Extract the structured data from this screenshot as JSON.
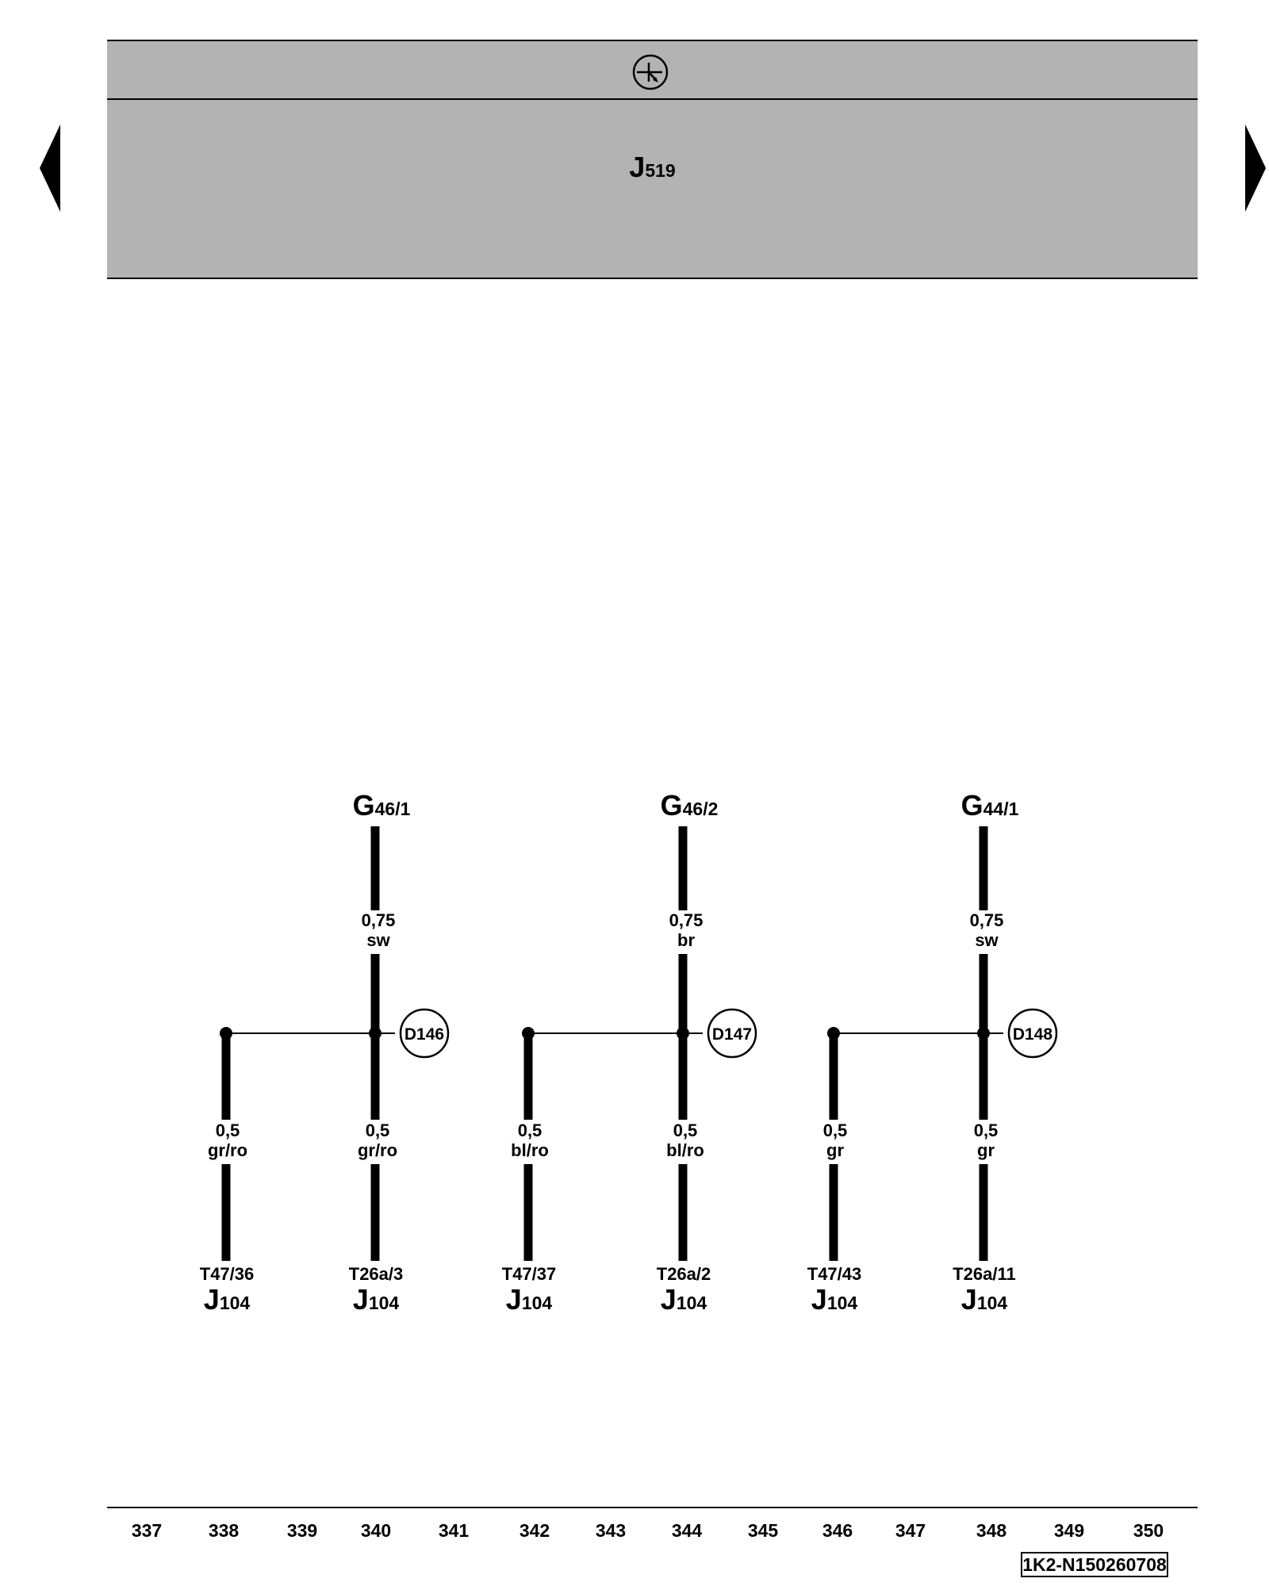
{
  "header": {
    "ground_icon": "ground-symbol-icon",
    "control_unit_main": "J",
    "control_unit_sub": "519"
  },
  "navigation": {
    "prev_icon": "triangle-left-icon",
    "next_icon": "triangle-right-icon"
  },
  "circuits": [
    {
      "component": {
        "main": "G",
        "sub": "46/1"
      },
      "upper_wire": {
        "size": "0,75",
        "color": "sw"
      },
      "splice": "D146",
      "left_wire": {
        "size": "0,5",
        "color": "gr/ro"
      },
      "right_wire": {
        "size": "0,5",
        "color": "gr/ro"
      },
      "left_pin": "T47/36",
      "right_pin": "T26a/3",
      "left_connector": {
        "main": "J",
        "sub": "104"
      },
      "right_connector": {
        "main": "J",
        "sub": "104"
      }
    },
    {
      "component": {
        "main": "G",
        "sub": "46/2"
      },
      "upper_wire": {
        "size": "0,75",
        "color": "br"
      },
      "splice": "D147",
      "left_wire": {
        "size": "0,5",
        "color": "bl/ro"
      },
      "right_wire": {
        "size": "0,5",
        "color": "bl/ro"
      },
      "left_pin": "T47/37",
      "right_pin": "T26a/2",
      "left_connector": {
        "main": "J",
        "sub": "104"
      },
      "right_connector": {
        "main": "J",
        "sub": "104"
      }
    },
    {
      "component": {
        "main": "G",
        "sub": "44/1"
      },
      "upper_wire": {
        "size": "0,75",
        "color": "sw"
      },
      "splice": "D148",
      "left_wire": {
        "size": "0,5",
        "color": "gr"
      },
      "right_wire": {
        "size": "0,5",
        "color": "gr"
      },
      "left_pin": "T47/43",
      "right_pin": "T26a/11",
      "left_connector": {
        "main": "J",
        "sub": "104"
      },
      "right_connector": {
        "main": "J",
        "sub": "104"
      }
    }
  ],
  "footer": {
    "columns": [
      "337",
      "338",
      "339",
      "340",
      "341",
      "342",
      "343",
      "344",
      "345",
      "346",
      "347",
      "348",
      "349",
      "350"
    ],
    "doc_id": "1K2-N150260708"
  }
}
